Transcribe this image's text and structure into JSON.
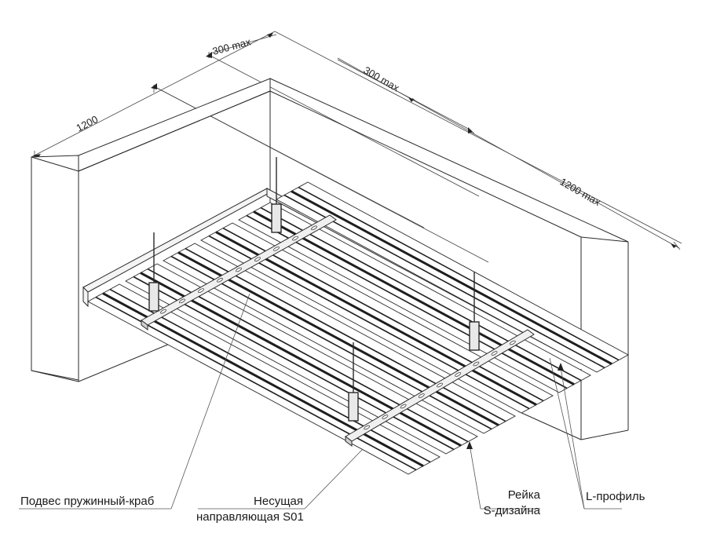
{
  "dimensions": {
    "left_depth": "1200",
    "left_spacing": "300 max",
    "right_spacing": "300 max",
    "right_depth": "1200 max"
  },
  "labels": {
    "hanger": "Подвес пружинный-краб",
    "carrier_line1": "Несущая",
    "carrier_line2": "направляющая S01",
    "slat_line1": "Рейка",
    "slat_line2": "S-дизайна",
    "l_profile": "L-профиль"
  },
  "colors": {
    "line": "#2a2a2a",
    "thin": "#555555",
    "slat_dark": "#1e1e1e"
  }
}
